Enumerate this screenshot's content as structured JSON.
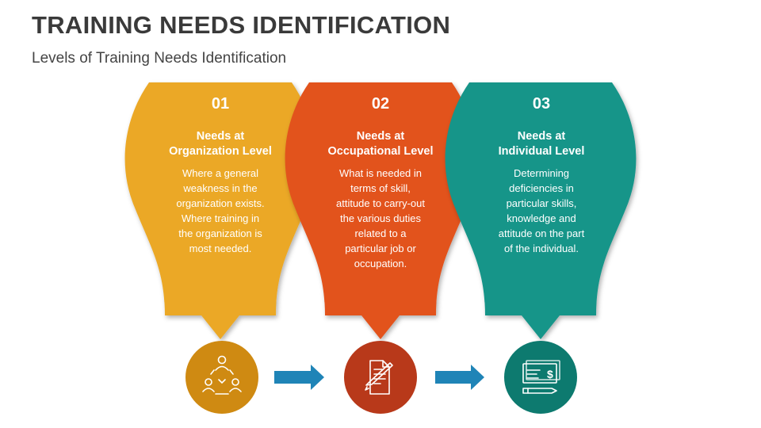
{
  "title": "TRAINING NEEDS IDENTIFICATION",
  "subtitle": "Levels of Training Needs Identification",
  "levels": [
    {
      "number": "01",
      "heading_line1": "Needs at",
      "heading_line2": "Organization Level",
      "body_lines": [
        "Where a general",
        "weakness in the",
        "organization exists.",
        "Where training in",
        "the organization is",
        "most needed."
      ],
      "color": "#eba826",
      "circle_color": "#cf8a12",
      "icon": "team-cycle-icon"
    },
    {
      "number": "02",
      "heading_line1": "Needs at",
      "heading_line2": "Occupational Level",
      "body_lines": [
        "What is needed in",
        "terms of skill,",
        "attitude to carry-out",
        "the various duties",
        "related to a",
        "particular job or",
        "occupation."
      ],
      "color": "#e2531e",
      "circle_color": "#b8391a",
      "icon": "document-pen-icon"
    },
    {
      "number": "03",
      "heading_line1": "Needs at",
      "heading_line2": "Individual Level",
      "body_lines": [
        "Determining",
        "deficiencies in",
        "particular skills,",
        "knowledge and",
        "attitude on the part",
        "of the individual."
      ],
      "color": "#159589",
      "circle_color": "#0d7a6f",
      "icon": "cheque-pen-icon"
    }
  ],
  "arrow_color": "#1f84b7"
}
